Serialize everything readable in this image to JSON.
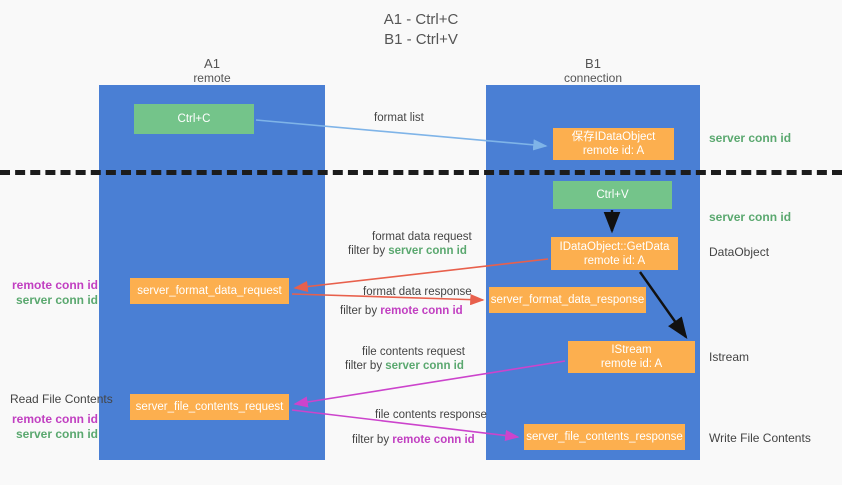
{
  "title": {
    "line1": "A1 - Ctrl+C",
    "line2": "B1 - Ctrl+V"
  },
  "lanes": [
    {
      "id": "a1",
      "name": "A1",
      "sub": "remote"
    },
    {
      "id": "b1",
      "name": "B1",
      "sub": "connection"
    }
  ],
  "nodes": {
    "ctrl_c": {
      "label": "Ctrl+C",
      "color": "#74c48a"
    },
    "save_idataobject": {
      "line1": "保存IDataObject",
      "line2": "remote id: A",
      "color": "#fcaf4f"
    },
    "ctrl_v": {
      "label": "Ctrl+V",
      "color": "#74c48a"
    },
    "getdata": {
      "line1": "IDataObject::GetData",
      "line2": "remote id: A",
      "color": "#fcaf4f"
    },
    "format_data_request": {
      "label": "server_format_data_request",
      "color": "#fcaf4f"
    },
    "format_data_response": {
      "label": "server_format_data_response",
      "color": "#fcaf4f"
    },
    "istream": {
      "line1": "IStream",
      "line2": "remote id: A",
      "color": "#fcaf4f"
    },
    "file_contents_request": {
      "label": "server_file_contents_request",
      "color": "#fcaf4f"
    },
    "file_contents_response": {
      "label": "server_file_contents_response",
      "color": "#fcaf4f"
    }
  },
  "edge_labels": {
    "format_list": "format list",
    "format_data_request": "format data request",
    "format_data_request_filter_prefix": "filter by ",
    "format_data_request_filter_key": "server conn id",
    "format_data_response": "format data response",
    "format_data_response_filter_prefix": "filter by ",
    "format_data_response_filter_key": "remote conn id",
    "file_contents_request": "file contents request",
    "file_contents_request_filter_prefix": "filter by ",
    "file_contents_request_filter_key": "server conn id",
    "file_contents_response": "file contents response",
    "file_contents_response_filter_prefix": "filter by ",
    "file_contents_response_filter_key": "remote conn id"
  },
  "annotations": {
    "server_conn_id_top": "server conn id",
    "server_conn_id_paste": "server conn id",
    "dataobject": "DataObject",
    "istream": "Istream",
    "write_file_contents": "Write File Contents",
    "read_file_contents": "Read File Contents",
    "remote_conn_id": "remote conn id",
    "server_conn_id": "server conn id"
  },
  "colors": {
    "lane": "#4a7fd4",
    "green_node": "#74c48a",
    "orange_node": "#fcaf4f",
    "green_text": "#5aa86f",
    "magenta_text": "#c13fc1",
    "arrow_blue": "#7fb4e8",
    "arrow_red": "#e8604c",
    "arrow_magenta": "#cc44cc",
    "arrow_black": "#111111",
    "background": "#f9f9f9"
  }
}
